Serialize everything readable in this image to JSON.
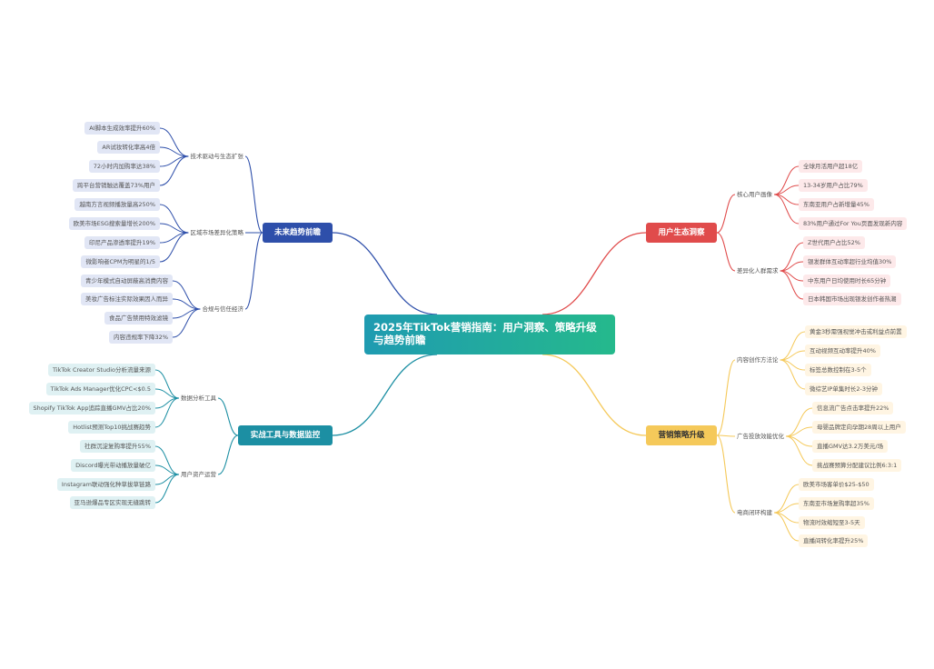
{
  "root": {
    "title": "2025年TikTok营销指南：用户洞察、策略升级与趋势前瞻"
  },
  "branches": {
    "user": {
      "label": "用户生态洞察",
      "color": "#e04b4b",
      "groups": [
        {
          "label": "核心用户画像",
          "leaves": [
            "全球月活用户超18亿",
            "13-34岁用户占比79%",
            "东南亚用户占新增量45%",
            "83%用户通过For You页面发现新内容"
          ]
        },
        {
          "label": "差异化人群需求",
          "leaves": [
            "Z世代用户占比52%",
            "银发群体互动率超行业均值30%",
            "中东用户日均使用时长65分钟",
            "日本韩国市场出现银发创作者热潮"
          ]
        }
      ]
    },
    "marketing": {
      "label": "营销策略升级",
      "color": "#f5c95a",
      "groups": [
        {
          "label": "内容创作方法论",
          "leaves": [
            "黄金3秒需强视觉冲击或利益点前置",
            "互动视频互动率提升40%",
            "标签总数控制在3-5个",
            "微综艺IP单集时长2-3分钟"
          ]
        },
        {
          "label": "广告投放效能优化",
          "leaves": [
            "信息流广告点击率提升22%",
            "母婴品牌定向孕期28周以上用户",
            "直播GMV达3.2万美元/场",
            "挑战赛预算分配建议比例6:3:1"
          ]
        },
        {
          "label": "电商闭环构建",
          "leaves": [
            "欧美市场客单价$25-$50",
            "东南亚市场复购率超35%",
            "物流时效缩短至3-5天",
            "直播间转化率提升25%"
          ]
        }
      ]
    },
    "future": {
      "label": "未来趋势前瞻",
      "color": "#2e4faa",
      "groups": [
        {
          "label": "技术驱动与生态扩张",
          "leaves": [
            "AI脚本生成效率提升60%",
            "AR试妆转化率高4倍",
            "72小时内加购率达38%",
            "跨平台营销触达覆盖73%用户"
          ]
        },
        {
          "label": "区域市场差异化策略",
          "leaves": [
            "越南方言视频播放量高250%",
            "欧美市场ESG搜索量增长200%",
            "印尼产品渗透率提升19%",
            "微影响者CPM为明星的1/5"
          ]
        },
        {
          "label": "合规与信任经济",
          "leaves": [
            "青少年模式自动屏蔽高消费内容",
            "美妆广告标注实际效果因人而异",
            "食品广告禁用特效滤镜",
            "内容违规率下降32%"
          ]
        }
      ]
    },
    "tools": {
      "label": "实战工具与数据监控",
      "color": "#1c8fa3",
      "groups": [
        {
          "label": "数据分析工具",
          "leaves": [
            "TikTok Creator Studio分析流量来源",
            "TikTok Ads Manager优化CPC<$0.5",
            "Shopify TikTok App追踪直播GMV占比20%",
            "Hotlist预测Top10挑战赛趋势"
          ]
        },
        {
          "label": "用户资产运营",
          "leaves": [
            "社群沉淀复购率提升55%",
            "Discord曝光带动播放量破亿",
            "Instagram联动强化种草拔草链路",
            "亚马逊爆品专区实现无缝跳转"
          ]
        }
      ]
    }
  }
}
